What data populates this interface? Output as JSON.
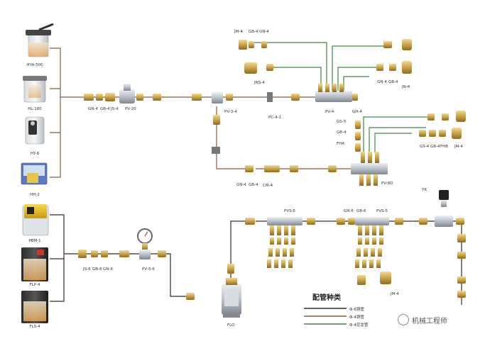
{
  "pumps": [
    {
      "id": "hya",
      "label": "HYA-500"
    },
    {
      "id": "hl",
      "label": "HL-180"
    },
    {
      "id": "hy",
      "label": "HY-8"
    },
    {
      "id": "hh",
      "label": "HH-2"
    },
    {
      "id": "pbm",
      "label": "PBM-1"
    },
    {
      "id": "flp",
      "label": "FLP-4"
    },
    {
      "id": "fls",
      "label": "FLS-4"
    }
  ],
  "labels": {
    "gn4_a": "GN-4",
    "gb4_a": "GB-4",
    "js4_a": "JS-4",
    "pv20": "PV-20",
    "pv34": "PV-3-4",
    "pc41": "PC-4-1",
    "pv4": "PV-4",
    "gh4": "GH-4",
    "jm4_top": "JM-4",
    "gb4_top": "GB-4",
    "gn4_top": "GN-4",
    "jns4": "JNS-4",
    "gn4_r": "GN-4",
    "gb4_r": "GB-4",
    "jn4_r": "JN-4",
    "gs5": "GS-5",
    "gb4_m": "GB-4",
    "fha": "FHA",
    "gs4": "GS-4",
    "gb4_m2": "GB-4",
    "fhb": "FHB",
    "jm4_m": "JM-4",
    "gn4_b": "GN-4",
    "gb4_b": "GB-4",
    "cm4": "CM-4",
    "pv8d": "PV-8D",
    "yk": "YK",
    "pvs5_a": "PVS-5",
    "gn6": "GN-6",
    "gb6": "GB-6",
    "pvs5_b": "PVS-5",
    "js6": "JS-6",
    "gb6_l": "GB-6",
    "gn6_l": "GN-6",
    "pv36": "PV-3-6",
    "flo": "FLO",
    "jm4_bot": "JM-4"
  },
  "legend": {
    "title": "配管种类",
    "items": [
      {
        "label": "Φ-6铜管",
        "color": "#3a2a22"
      },
      {
        "label": "Φ-4铜管",
        "color": "#8b5a3c"
      },
      {
        "label": "Φ-4尼龙管",
        "color": "#3c8b3c"
      }
    ]
  },
  "watermark": "机械工程师"
}
